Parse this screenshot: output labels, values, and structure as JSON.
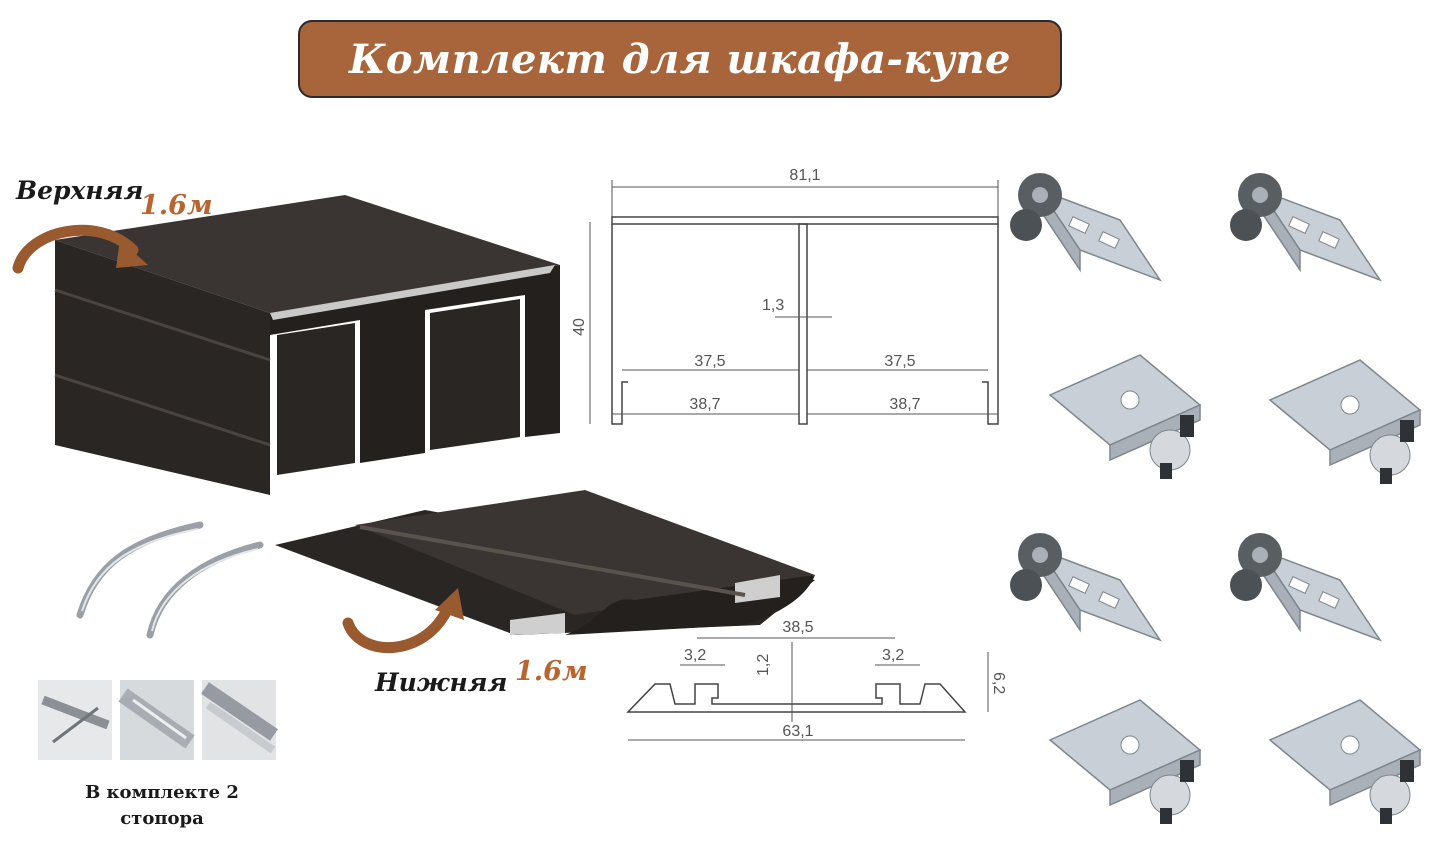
{
  "title": "Комплект для шкафа-купе",
  "upper_rail": {
    "label": "Верхняя",
    "length": "1.6м"
  },
  "lower_rail": {
    "label": "Нижняя",
    "length": "1.6м"
  },
  "stoppers_note": {
    "line1": "В комплекте 2",
    "line2": "стопора"
  },
  "upper_drawing": {
    "width": "81,1",
    "height": "40",
    "wall": "1,3",
    "inner_left": "37,5",
    "inner_right": "37,5",
    "outer_left": "38,7",
    "outer_right": "38,7"
  },
  "lower_drawing": {
    "center": "38,5",
    "groove_left": "3,2",
    "groove_right": "3,2",
    "thickness": "1,2",
    "height": "6,2",
    "width": "63,1"
  },
  "colors": {
    "banner": "#a8643a",
    "rail": "#2e2a28",
    "accent": "#b8652f",
    "steel": "#c9cfd6"
  },
  "icons": [
    "curved-arrow-icon",
    "roller-icon",
    "stopper-icon"
  ]
}
